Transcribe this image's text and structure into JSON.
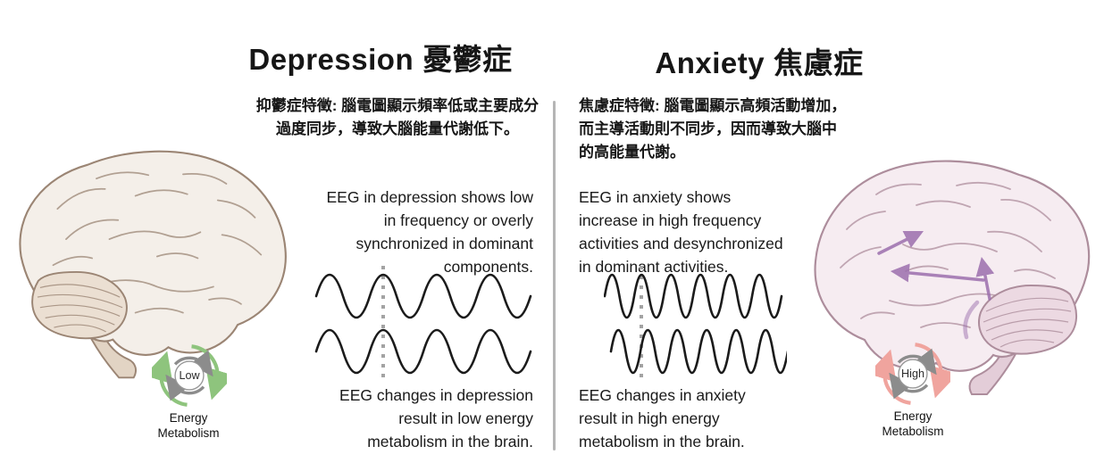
{
  "divider_color": "#b5b5b5",
  "depression": {
    "title_en": "Depression",
    "title_zh": "憂鬱症",
    "zh_lines": [
      "抑鬱症特徵: 腦電圖顯示頻率低或主要成分",
      "過度同步，導致大腦能量代謝低下。"
    ],
    "eeg_description_lines": [
      "EEG in depression shows low",
      "in frequency or overly",
      "synchronized in dominant",
      "components."
    ],
    "eeg_result_lines": [
      "EEG changes in depression",
      "result in low energy",
      "metabolism in the brain."
    ],
    "waves": {
      "rows": 2,
      "cycles_per_row": 4,
      "phase": "synchronized"
    },
    "metabolism": {
      "level": "Low",
      "label_line1": "Energy",
      "label_line2": "Metabolism",
      "arrow_color": "#8ec47d"
    },
    "brain": {
      "fill": "#f4efe9",
      "outline": "#9b8574"
    }
  },
  "anxiety": {
    "title_en": "Anxiety",
    "title_zh": "焦慮症",
    "zh_lines": [
      "焦慮症特徵: 腦電圖顯示高頻活動增加，",
      "而主導活動則不同步，因而導致大腦中",
      "的高能量代謝。"
    ],
    "eeg_description_lines": [
      "EEG in anxiety shows",
      "increase in high frequency",
      "activities and desynchronized",
      "in dominant activities."
    ],
    "eeg_result_lines": [
      "EEG changes in anxiety",
      "result in high energy",
      "metabolism in the brain."
    ],
    "waves": {
      "rows": 2,
      "cycles_per_row": 6,
      "phase": "desynchronized"
    },
    "metabolism": {
      "level": "High",
      "label_line1": "Energy",
      "label_line2": "Metabolism",
      "arrow_color": "#f0a49e"
    },
    "brain": {
      "fill": "#f6ecf1",
      "outline": "#ad8d9c",
      "pathway_arrow_color": "#9c6fae"
    }
  }
}
